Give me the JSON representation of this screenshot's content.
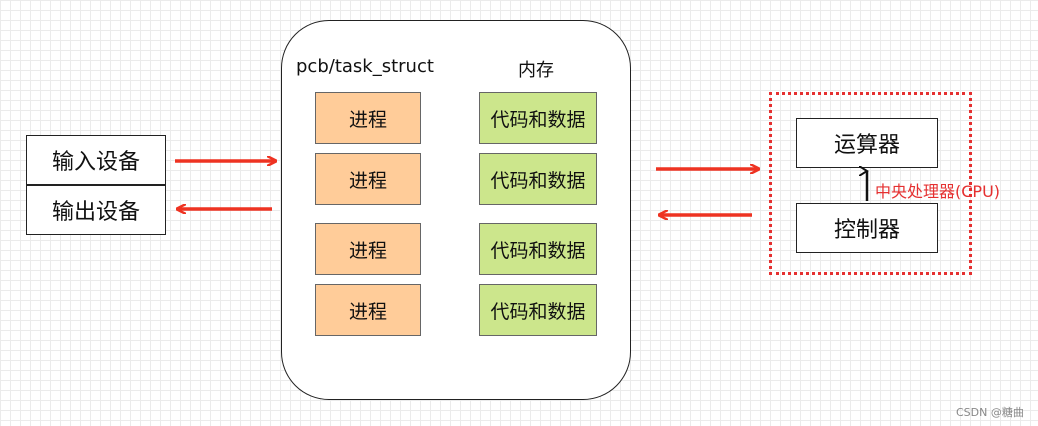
{
  "io": {
    "input": "输入设备",
    "output": "输出设备"
  },
  "memory_panel": {
    "pcb_title": "pcb/task_struct",
    "memory_title": "内存",
    "processes": [
      "进程",
      "进程",
      "进程",
      "进程"
    ],
    "code_data": [
      "代码和数据",
      "代码和数据",
      "代码和数据",
      "代码和数据"
    ]
  },
  "cpu": {
    "alu": "运算器",
    "controller": "控制器",
    "label": "中央处理器(CPU)"
  },
  "colors": {
    "arrow": "#ee3322",
    "process_fill": "#ffcc99",
    "code_fill": "#cce68c",
    "cpu_border": "#e53030"
  },
  "watermark": "CSDN @糖曲"
}
